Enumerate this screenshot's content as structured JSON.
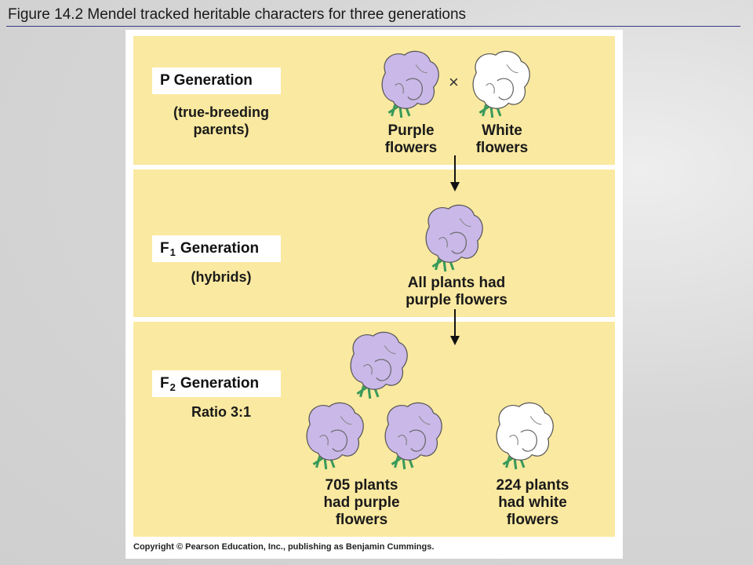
{
  "title": "Figure 14.2  Mendel tracked heritable characters for three generations",
  "colors": {
    "panel": "#fae9a0",
    "purple_petal": "#c9b8e8",
    "white_petal": "#ffffff",
    "leaf": "#3a9a5a"
  },
  "p_generation": {
    "label": "P Generation",
    "description_line1": "(true-breeding",
    "description_line2": "parents)",
    "cross_symbol": "×",
    "purple_caption_line1": "Purple",
    "purple_caption_line2": "flowers",
    "white_caption_line1": "White",
    "white_caption_line2": "flowers"
  },
  "f1_generation": {
    "label_prefix": "F",
    "label_sub": "1",
    "label_suffix": "Generation",
    "description": "(hybrids)",
    "caption_line1": "All plants had",
    "caption_line2": "purple flowers"
  },
  "f2_generation": {
    "label_prefix": "F",
    "label_sub": "2",
    "label_suffix": "Generation",
    "description": "Ratio 3:1",
    "purple_caption_line1": "705 plants",
    "purple_caption_line2": "had purple",
    "purple_caption_line3": "flowers",
    "white_caption_line1": "224 plants",
    "white_caption_line2": "had white",
    "white_caption_line3": "flowers"
  },
  "copyright": "Copyright © Pearson Education, Inc., publishing as Benjamin Cummings."
}
